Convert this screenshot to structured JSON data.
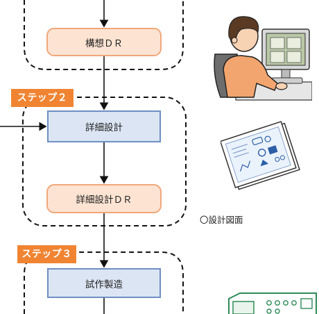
{
  "steps": {
    "step2_label": "ステップ２",
    "step3_label": "ステップ３"
  },
  "boxes": {
    "concept_dr": "構想ＤＲ",
    "detail_design": "詳細設計",
    "detail_design_dr": "詳細設計ＤＲ",
    "prototype": "試作製造"
  },
  "captions": {
    "drawing": "〇設計図面"
  },
  "colors": {
    "step_tag": "#f08432",
    "dr_fill": "#fce3d2",
    "dr_border": "#f0a77a",
    "process_fill": "#dbe5f3",
    "process_border": "#6e8fc4"
  },
  "icons": [
    "designer-at-computer-illustration",
    "blueprint-drawing-illustration",
    "machine-panel-illustration"
  ]
}
